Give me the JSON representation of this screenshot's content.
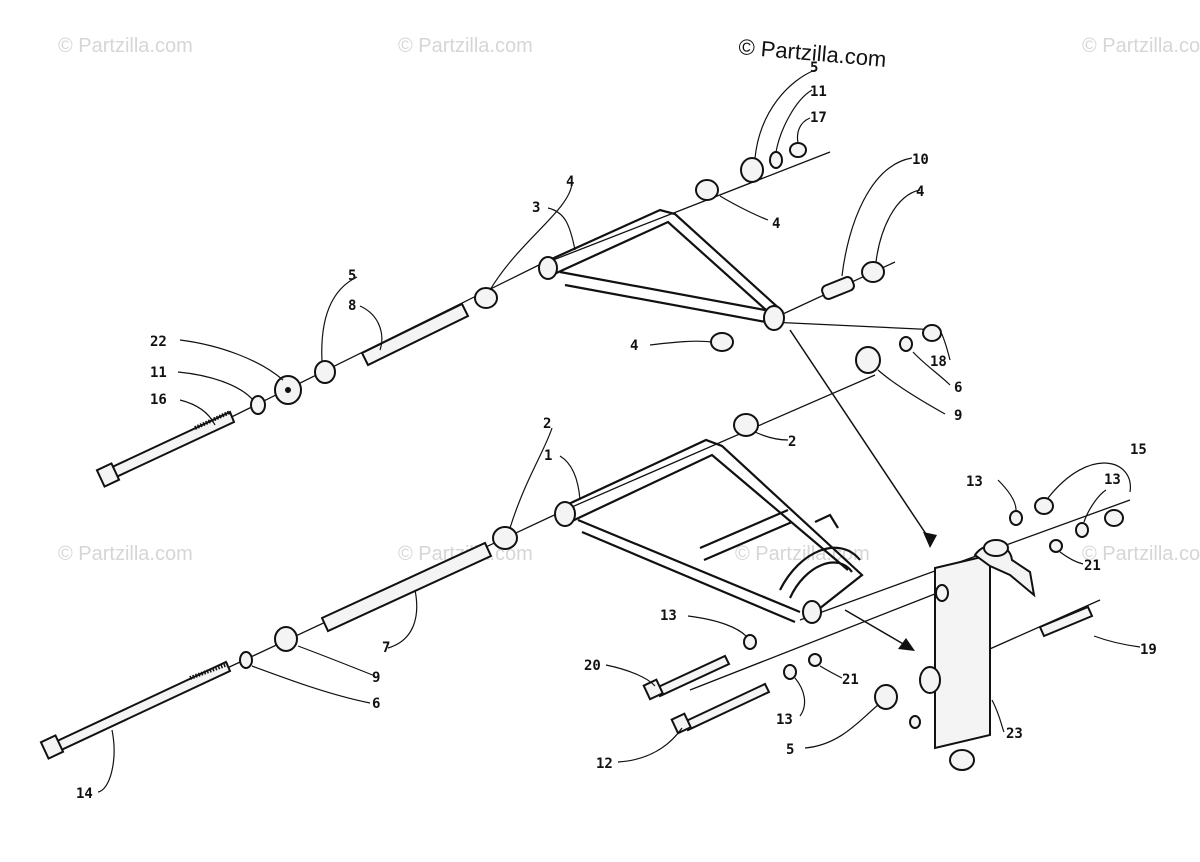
{
  "watermarks": {
    "main": "© Partzilla.com",
    "faint": "© Partzilla.com"
  },
  "callouts": [
    {
      "key": "c5a",
      "text": "5"
    },
    {
      "key": "c11a",
      "text": "11"
    },
    {
      "key": "c17",
      "text": "17"
    },
    {
      "key": "c10",
      "text": "10"
    },
    {
      "key": "c4a",
      "text": "4"
    },
    {
      "key": "c4b",
      "text": "4"
    },
    {
      "key": "c3",
      "text": "3"
    },
    {
      "key": "c4c",
      "text": "4"
    },
    {
      "key": "c4d",
      "text": "4"
    },
    {
      "key": "c5b",
      "text": "5"
    },
    {
      "key": "c8",
      "text": "8"
    },
    {
      "key": "c22",
      "text": "22"
    },
    {
      "key": "c11b",
      "text": "11"
    },
    {
      "key": "c16",
      "text": "16"
    },
    {
      "key": "c18",
      "text": "18"
    },
    {
      "key": "c6a",
      "text": "6"
    },
    {
      "key": "c9a",
      "text": "9"
    },
    {
      "key": "c2a",
      "text": "2"
    },
    {
      "key": "c2b",
      "text": "2"
    },
    {
      "key": "c1",
      "text": "1"
    },
    {
      "key": "c13a",
      "text": "13"
    },
    {
      "key": "c15",
      "text": "15"
    },
    {
      "key": "c13b",
      "text": "13"
    },
    {
      "key": "c21a",
      "text": "21"
    },
    {
      "key": "c13c",
      "text": "13"
    },
    {
      "key": "c19",
      "text": "19"
    },
    {
      "key": "c7",
      "text": "7"
    },
    {
      "key": "c9b",
      "text": "9"
    },
    {
      "key": "c6b",
      "text": "6"
    },
    {
      "key": "c20",
      "text": "20"
    },
    {
      "key": "c21b",
      "text": "21"
    },
    {
      "key": "c13d",
      "text": "13"
    },
    {
      "key": "c12",
      "text": "12"
    },
    {
      "key": "c5c",
      "text": "5"
    },
    {
      "key": "c23",
      "text": "23"
    },
    {
      "key": "c14",
      "text": "14"
    }
  ]
}
